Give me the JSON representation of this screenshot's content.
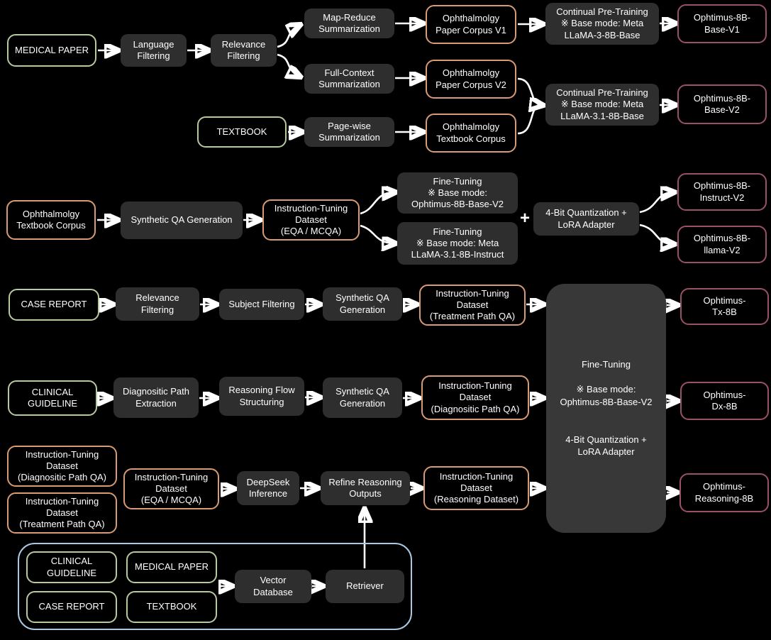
{
  "colors": {
    "background": "#000000",
    "process_box": "#2e2e2e",
    "merge_box": "#383838",
    "source_border_green": "#b8c9a0",
    "corpus_border_orange": "#d89b76",
    "model_border_pink": "#9b5164",
    "rag_border_blue": "#a9c8e2",
    "text": "#ffffff",
    "arrow": "#ffffff"
  },
  "flow_top": {
    "medical_paper": "MEDICAL PAPER",
    "language_filtering": "Language\nFiltering",
    "relevance_filtering": "Relevance\nFiltering",
    "map_reduce_summarization": "Map-Reduce\nSummarization",
    "full_context_summarization": "Full-Context\nSummarization",
    "textbook": "TEXTBOOK",
    "page_wise_summarization": "Page-wise\nSummarization",
    "paper_corpus_v1": "Ophthalmolgy\nPaper Corpus V1",
    "paper_corpus_v2": "Ophthalmolgy\nPaper Corpus V2",
    "textbook_corpus": "Ophthalmolgy\nTextbook Corpus",
    "continual_pretraining_v1": "Continual Pre-Training\n※ Base mode: Meta\nLLaMA-3-8B-Base",
    "ophtimus_base_v1": "Ophtimus-8B-\nBase-V1",
    "continual_pretraining_v2": "Continual Pre-Training\n※ Base mode: Meta\nLLaMA-3.1-8B-Base",
    "ophtimus_base_v2": "Ophtimus-8B-\nBase-V2"
  },
  "flow_instruct": {
    "textbook_corpus": "Ophthalmolgy\nTextbook Corpus",
    "synthetic_qa_generation": "Synthetic QA Generation",
    "itd_eqa_mcqa": "Instruction-Tuning\nDataset\n(EQA / MCQA)",
    "fine_tuning_ophtimus": "Fine-Tuning\n※ Base mode:\nOphtimus-8B-Base-V2",
    "fine_tuning_meta": "Fine-Tuning\n※ Base mode: Meta\nLLaMA-3.1-8B-Instruct",
    "plus": "+",
    "quant_lora": "4-Bit Quantization +\nLoRA Adapter",
    "ophtimus_instruct_v2": "Ophtimus-8B-\nInstruct-V2",
    "ophtimus_llama_v2": "Ophtimus-8B-\nllama-V2"
  },
  "flow_tx": {
    "case_report": "CASE REPORT",
    "relevance_filtering": "Relevance\nFiltering",
    "subject_filtering": "Subject Filtering",
    "synthetic_qa_generation": "Synthetic QA\nGeneration",
    "itd_treatment": "Instruction-Tuning\nDataset\n(Treatment Path QA)",
    "ophtimus_tx": "Ophtimus-\nTx-8B"
  },
  "flow_dx": {
    "clinical_guideline": "CLINICAL\nGUIDELINE",
    "diagnositic_path_extraction": "Diagnositic Path\nExtraction",
    "reasoning_flow_structuring": "Reasoning Flow\nStructuring",
    "synthetic_qa_generation": "Synthetic QA\nGeneration",
    "itd_diagnositic": "Instruction-Tuning\nDataset\n(Diagnositic Path QA)",
    "ophtimus_dx": "Ophtimus-\nDx-8B"
  },
  "flow_reasoning": {
    "itd_diagnositic": "Instruction-Tuning\nDataset\n(Diagnositic Path QA)",
    "itd_treatment": "Instruction-Tuning\nDataset\n(Treatment Path QA)",
    "itd_eqa_mcqa": "Instruction-Tuning\nDataset\n(EQA / MCQA)",
    "deepseek_inference": "DeepSeek\nInference",
    "refine_reasoning_outputs": "Refine Reasoning\nOutputs",
    "itd_reasoning": "Instruction-Tuning\nDataset\n(Reasoning Dataset)",
    "ophtimus_reasoning": "Ophtimus-\nReasoning-8B"
  },
  "shared": {
    "finetune_quant_box": "Fine-Tuning\n\n※ Base mode:\nOphtimus-8B-Base-V2\n\n\n4-Bit Quantization +\nLoRA Adapter"
  },
  "rag": {
    "clinical_guideline": "CLINICAL\nGUIDELINE",
    "medical_paper": "MEDICAL PAPER",
    "case_report": "CASE REPORT",
    "textbook": "TEXTBOOK",
    "vector_database": "Vector\nDatabase",
    "retriever": "Retriever"
  }
}
